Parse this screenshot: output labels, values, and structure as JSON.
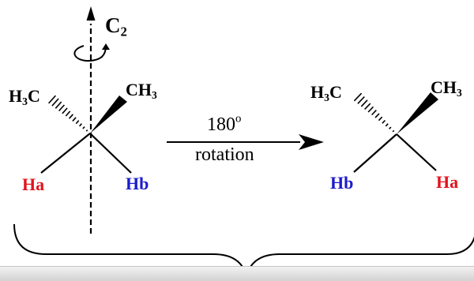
{
  "axis_label": {
    "main": "C",
    "sub": "2"
  },
  "left_molecule": {
    "methyl_left": {
      "main": "H",
      "sub": "3",
      "tail": "C"
    },
    "methyl_right": {
      "main": "CH",
      "sub": "3"
    },
    "h_left": "Ha",
    "h_right": "Hb"
  },
  "arrow": {
    "angle_value": "180",
    "angle_degree": "o",
    "caption": "rotation"
  },
  "right_molecule": {
    "methyl_left": {
      "main": "H",
      "sub": "3",
      "tail": "C"
    },
    "methyl_right": {
      "main": "CH",
      "sub": "3"
    },
    "h_left": "Hb",
    "h_right": "Ha"
  },
  "colors": {
    "ha": "#e0141e",
    "hb": "#1c1ccc",
    "ink": "#000000"
  }
}
